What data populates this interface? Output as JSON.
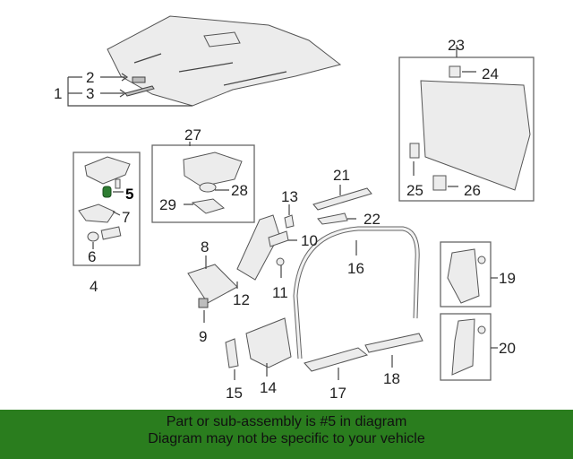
{
  "diagram": {
    "callouts": [
      {
        "id": "1",
        "label": "1"
      },
      {
        "id": "2",
        "label": "2"
      },
      {
        "id": "3",
        "label": "3"
      },
      {
        "id": "4",
        "label": "4"
      },
      {
        "id": "5",
        "label": "5"
      },
      {
        "id": "6",
        "label": "6"
      },
      {
        "id": "7",
        "label": "7"
      },
      {
        "id": "8",
        "label": "8"
      },
      {
        "id": "9",
        "label": "9"
      },
      {
        "id": "10",
        "label": "10"
      },
      {
        "id": "11",
        "label": "11"
      },
      {
        "id": "12",
        "label": "12"
      },
      {
        "id": "13",
        "label": "13"
      },
      {
        "id": "14",
        "label": "14"
      },
      {
        "id": "15",
        "label": "15"
      },
      {
        "id": "16",
        "label": "16"
      },
      {
        "id": "17",
        "label": "17"
      },
      {
        "id": "18",
        "label": "18"
      },
      {
        "id": "19",
        "label": "19"
      },
      {
        "id": "20",
        "label": "20"
      },
      {
        "id": "21",
        "label": "21"
      },
      {
        "id": "22",
        "label": "22"
      },
      {
        "id": "23",
        "label": "23"
      },
      {
        "id": "24",
        "label": "24"
      },
      {
        "id": "25",
        "label": "25"
      },
      {
        "id": "26",
        "label": "26"
      },
      {
        "id": "27",
        "label": "27"
      },
      {
        "id": "28",
        "label": "28"
      },
      {
        "id": "29",
        "label": "29"
      }
    ],
    "highlighted_part": "5",
    "highlight_color": "#2e7d32"
  },
  "banner": {
    "line1": "Part or sub-assembly is #5 in diagram",
    "line2": "Diagram may not be specific to your vehicle",
    "background": "#2a7d1e"
  }
}
